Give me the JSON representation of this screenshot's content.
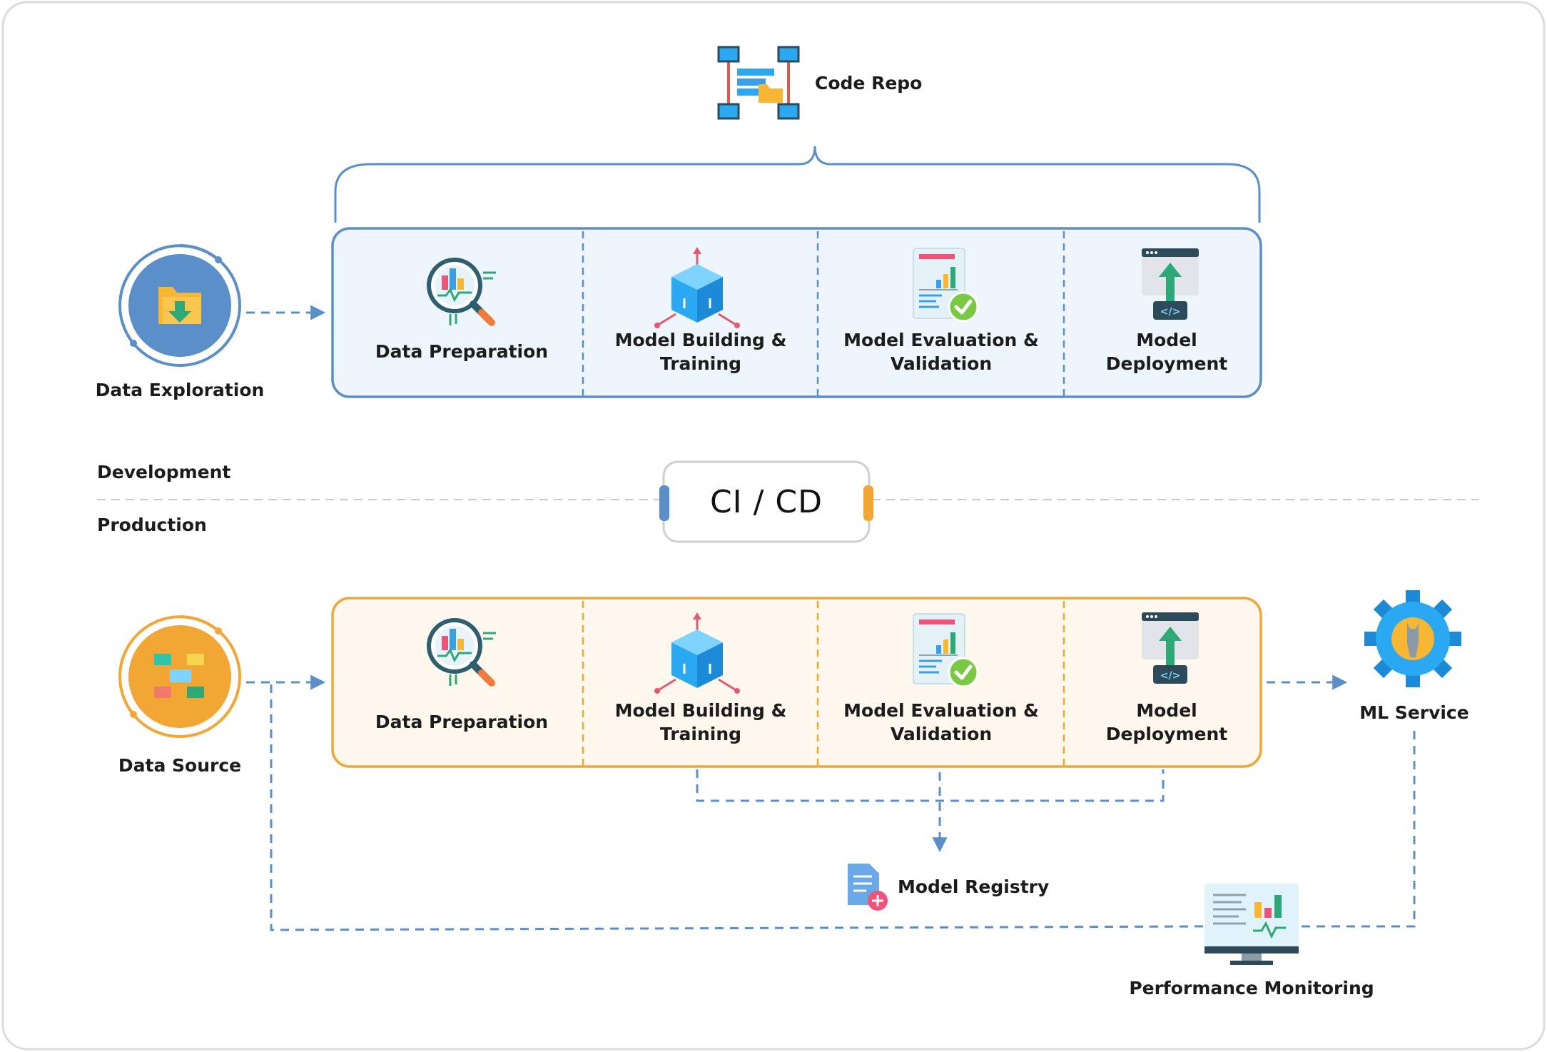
{
  "diagram": {
    "code_repo": {
      "label": "Code Repo",
      "icon": "code-repo-icon"
    },
    "sections": {
      "development": "Development",
      "production": "Production"
    },
    "cicd": {
      "label": "CI / CD"
    },
    "development": {
      "source": {
        "label": "Data Exploration",
        "icon": "folder-download-icon"
      },
      "stages": [
        {
          "line1": "Data Preparation",
          "line2": "",
          "icon": "magnifier-chart-icon"
        },
        {
          "line1": "Model Building &",
          "line2": "Training",
          "icon": "cube-icon"
        },
        {
          "line1": "Model Evaluation &",
          "line2": "Validation",
          "icon": "report-check-icon"
        },
        {
          "line1": "Model",
          "line2": "Deployment",
          "icon": "deploy-upload-icon"
        }
      ]
    },
    "production": {
      "source": {
        "label": "Data Source",
        "icon": "data-blocks-icon"
      },
      "stages": [
        {
          "line1": "Data Preparation",
          "line2": "",
          "icon": "magnifier-chart-icon"
        },
        {
          "line1": "Model Building &",
          "line2": "Training",
          "icon": "cube-icon"
        },
        {
          "line1": "Model Evaluation &",
          "line2": "Validation",
          "icon": "report-check-icon"
        },
        {
          "line1": "Model",
          "line2": "Deployment",
          "icon": "deploy-upload-icon"
        }
      ]
    },
    "ml_service": {
      "label": "ML Service",
      "icon": "gear-wrench-icon"
    },
    "model_registry": {
      "label": "Model Registry",
      "icon": "document-plus-icon"
    },
    "performance_monitoring": {
      "label": "Performance Monitoring",
      "icon": "monitor-chart-icon"
    },
    "colors": {
      "dev_accent": "#5b8fc9",
      "dev_fill": "#eef5fc",
      "prod_accent": "#f2a735",
      "prod_fill": "#fff8ef",
      "connector": "#5b8fc9"
    }
  }
}
